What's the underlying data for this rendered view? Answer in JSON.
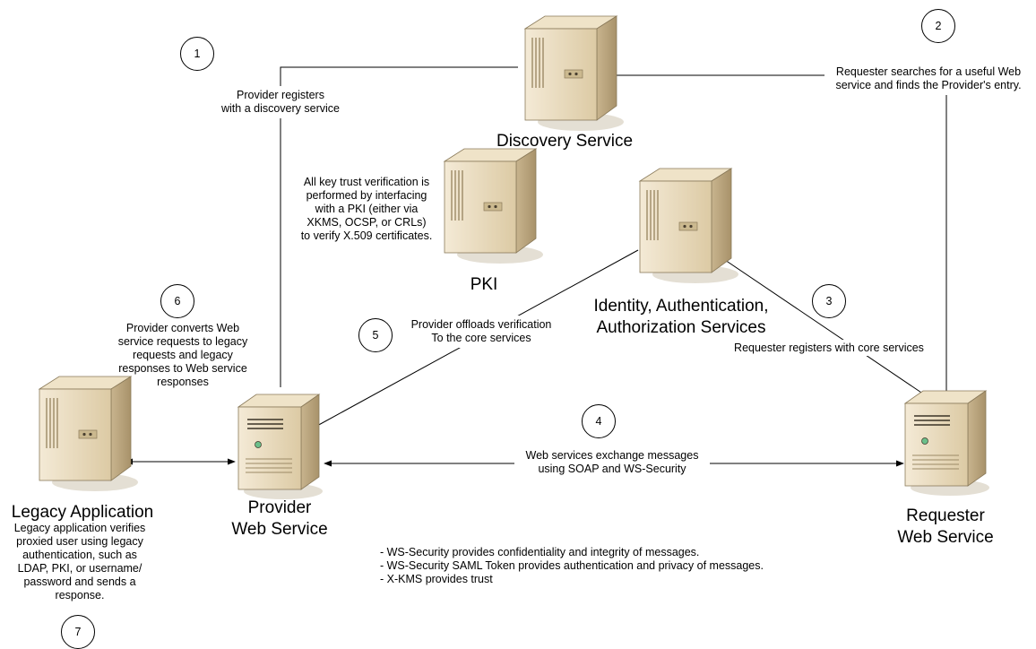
{
  "nodes": {
    "discovery": {
      "label": "Discovery Service"
    },
    "pki": {
      "label": "PKI"
    },
    "identity": {
      "label": "Identity, Authentication,\nAuthorization Services"
    },
    "legacy": {
      "label": "Legacy Application"
    },
    "provider": {
      "label": "Provider\nWeb Service"
    },
    "requester": {
      "label": "Requester\nWeb Service"
    }
  },
  "steps": [
    {
      "number": "1",
      "text": "Provider registers\nwith a discovery service"
    },
    {
      "number": "2",
      "text": "Requester searches for a useful Web\nservice and finds the Provider's entry."
    },
    {
      "number": "3",
      "text": "Requester registers with core services"
    },
    {
      "number": "4",
      "text": "Web services exchange messages\nusing SOAP and WS-Security"
    },
    {
      "number": "5",
      "text": "Provider offloads verification\nTo the core services"
    },
    {
      "number": "6",
      "text": "Provider converts Web\nservice requests to legacy\nrequests and legacy\nresponses to Web service\nresponses"
    },
    {
      "number": "7",
      "text": "Legacy application verifies\nproxied user using legacy\nauthentication, such as\nLDAP, PKI, or username/\npassword and sends a\nresponse."
    }
  ],
  "pki_note": "All key trust verification is\nperformed by interfacing\nwith a PKI (either via\nXKMS, OCSP, or CRLs)\nto verify X.509 certificates.",
  "security_notes": "- WS-Security provides confidentiality and integrity of messages.\n- WS-Security SAML Token provides authentication and privacy of messages.\n- X-KMS provides trust",
  "colors": {
    "server_body": "#e6d6b4",
    "server_side": "#c8b48e",
    "line": "#000000"
  }
}
